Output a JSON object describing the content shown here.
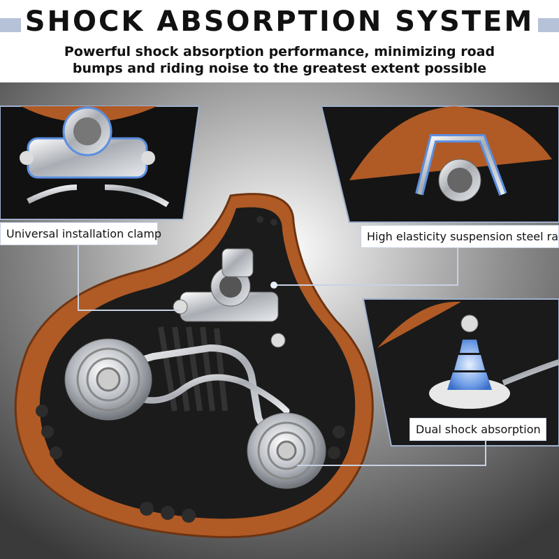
{
  "header": {
    "title": "SHOCK ABSORPTION SYSTEM",
    "subtitle_line1": "Powerful shock absorption performance, minimizing road",
    "subtitle_line2": "bumps and riding noise to the greatest extent possible"
  },
  "callouts": {
    "clamp": "Universal installation clamp",
    "rail": "High elasticity suspension steel rail",
    "shock": "Dual shock absorption"
  },
  "colors": {
    "accent_band": "#b6c2d8",
    "saddle_leather": "#b05a25",
    "saddle_base": "#1b1b1b",
    "highlight_blue": "#5b8fe0"
  }
}
